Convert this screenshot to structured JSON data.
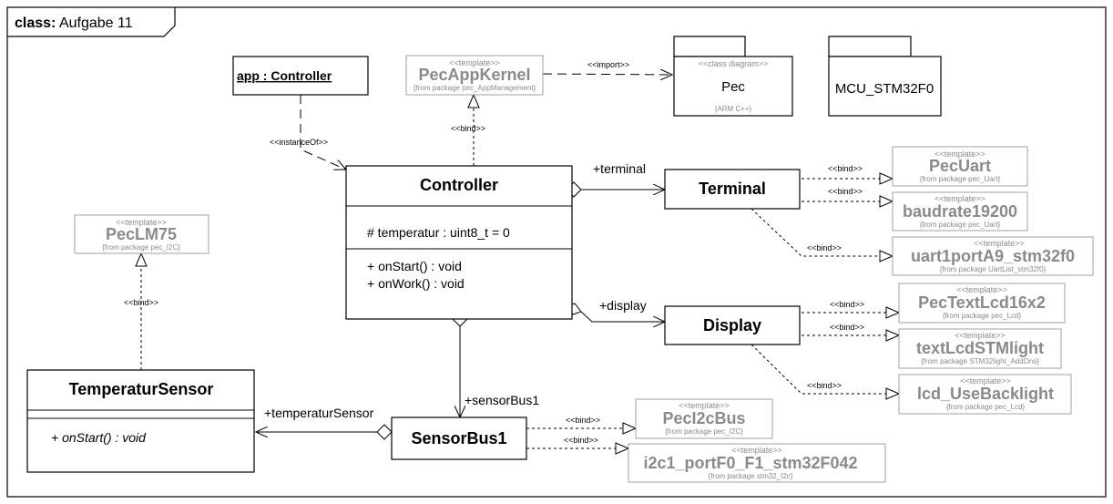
{
  "frame": {
    "keyword": "class:",
    "name": "Aufgabe 11"
  },
  "instance": {
    "label": "app : Controller"
  },
  "controller": {
    "name": "Controller",
    "attribute": "# temperatur : uint8_t = 0",
    "operations": [
      "+ onStart() : void",
      "+ onWork() : void"
    ]
  },
  "terminal": {
    "name": "Terminal"
  },
  "display": {
    "name": "Display"
  },
  "sensorbus": {
    "name": "SensorBus1"
  },
  "tempsensor": {
    "name": "TemperaturSensor",
    "operation": "+ onStart() : void"
  },
  "packages": {
    "pec": {
      "stereotype": "<<class diagram>>",
      "name": "Pec",
      "note": "{ARM C++}"
    },
    "mcu": {
      "name": "MCU_STM32F0"
    }
  },
  "templates": {
    "stereotype": "<<template>>",
    "pecappkernel": {
      "name": "PecAppKernel",
      "from": "{from package pec_AppManagement}"
    },
    "pecuart": {
      "name": "PecUart",
      "from": "{from package pec_Uart}"
    },
    "baudrate": {
      "name": "baudrate19200",
      "from": "{from package pec_Uart}"
    },
    "uart1port": {
      "name": "uart1portA9_stm32f0",
      "from": "{from package UartList_stm32f0}"
    },
    "lcd": {
      "name": "PecTextLcd16x2",
      "from": "{from package pec_Lcd}"
    },
    "textlcd": {
      "name": "textLcdSTMlight",
      "from": "{from package STM32light_AddOns}"
    },
    "backlight": {
      "name": "lcd_UseBacklight",
      "from": "{from package pec_Lcd}"
    },
    "lm75": {
      "name": "PecLM75",
      "from": "{from package pec_I2C}"
    },
    "i2cbus": {
      "name": "PecI2cBus",
      "from": "{from package pec_I2C}"
    },
    "i2cport": {
      "name": "i2c1_portF0_F1_stm32F042",
      "from": "{from package stm32_I2c}"
    }
  },
  "labels": {
    "import": "<<import>>",
    "instanceOf": "<<instanceOf>>",
    "bind": "<<bind>>",
    "terminal_role": "+terminal",
    "display_role": "+display",
    "sensorbus_role": "+sensorBus1",
    "tempsensor_role": "+temperaturSensor"
  }
}
